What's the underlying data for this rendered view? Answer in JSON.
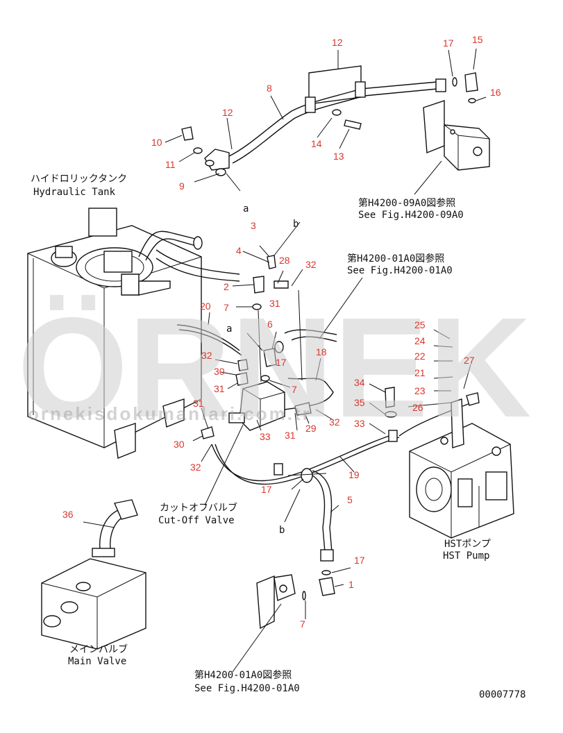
{
  "labels": {
    "hydraulic_tank_jp": "ハイドロリックタンク",
    "hydraulic_tank_en": "Hydraulic Tank",
    "ref_09a0_jp": "第H4200-09A0図参照",
    "ref_09a0_en": "See Fig.H4200-09A0",
    "ref_01a0_top_jp": "第H4200-01A0図参照",
    "ref_01a0_top_en": "See Fig.H4200-01A0",
    "cutoff_jp": "カットオフバルブ",
    "cutoff_en": "Cut-Off Valve",
    "hst_jp": "HSTポンプ",
    "hst_en": "HST Pump",
    "main_valve_jp": "メインバルブ",
    "main_valve_en": "Main Valve",
    "ref_01a0_bot_jp": "第H4200-01A0図参照",
    "ref_01a0_bot_en": "See Fig.H4200-01A0",
    "drawing_no": "00007778",
    "letter_a1": "a",
    "letter_b1": "b",
    "letter_a2": "a",
    "letter_b2": "b"
  },
  "part_numbers": [
    "12",
    "8",
    "17",
    "15",
    "16",
    "12",
    "10",
    "14",
    "13",
    "11",
    "9",
    "3",
    "4",
    "28",
    "32",
    "2",
    "31",
    "7",
    "20",
    "6",
    "18",
    "25",
    "24",
    "22",
    "21",
    "23",
    "27",
    "32",
    "17",
    "30",
    "31",
    "7",
    "34",
    "35",
    "26",
    "33",
    "31",
    "29",
    "32",
    "30",
    "33",
    "31",
    "32",
    "19",
    "17",
    "5",
    "36",
    "17",
    "1",
    "7"
  ],
  "watermark": {
    "big": "ÖRNEK",
    "small": "ornekisdokumanlari.com.tr"
  }
}
